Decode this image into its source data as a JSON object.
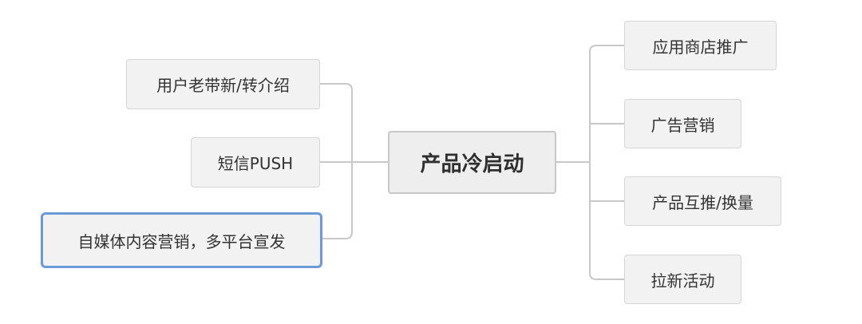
{
  "mindmap": {
    "center": {
      "label": "产品冷启动"
    },
    "left_branches": [
      {
        "label": "用户老带新/转介绍"
      },
      {
        "label": "短信PUSH"
      },
      {
        "label": "自媒体内容营销，多平台宣发",
        "selected": true
      }
    ],
    "right_branches": [
      {
        "label": "应用商店推广"
      },
      {
        "label": "广告营销"
      },
      {
        "label": "产品互推/换量"
      },
      {
        "label": "拉新活动"
      }
    ]
  },
  "colors": {
    "node_fill": "#f2f2f2",
    "node_border": "#d6d6d6",
    "center_border": "#c8c8c8",
    "connector": "#c8c8c8",
    "selected_border": "#6b9ad6"
  }
}
